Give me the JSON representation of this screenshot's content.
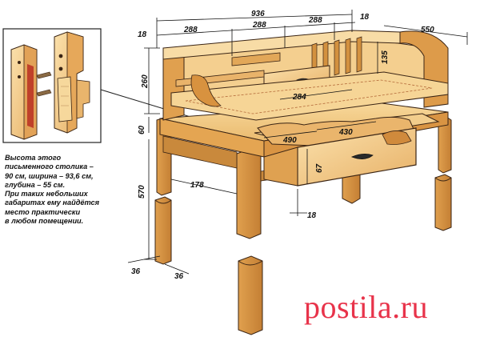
{
  "dimensions": {
    "total_width": "936",
    "side_thickness": "18",
    "side_thickness_right": "18",
    "section_left": "288",
    "section_mid": "288",
    "section_right": "288",
    "depth": "550",
    "height_upper": "260",
    "shelf_height": "135",
    "inner_width": "284",
    "drawer_depth": "490",
    "drawer_width": "430",
    "drawer_height": "67",
    "apron_height": "60",
    "leg_height": "570",
    "leg_offset": "178",
    "bottom_thickness": "18",
    "leg_size_a": "36",
    "leg_size_b": "36"
  },
  "caption_lines": [
    "Высота этого",
    "письменного столика –",
    "90 см, ширина – 93,6 см,",
    "глубина – 55 см.",
    "При таких небольших",
    "габаритах ему найдётся",
    "место практически",
    "в любом помещении."
  ],
  "watermark": "postila.ru",
  "colors": {
    "wood_light": "#f5cf8e",
    "wood_mid": "#e6ad5a",
    "wood_dark": "#c7873a",
    "outline": "#3a2414",
    "inlay": "#b46a3a",
    "watermark": "#e8334a"
  }
}
